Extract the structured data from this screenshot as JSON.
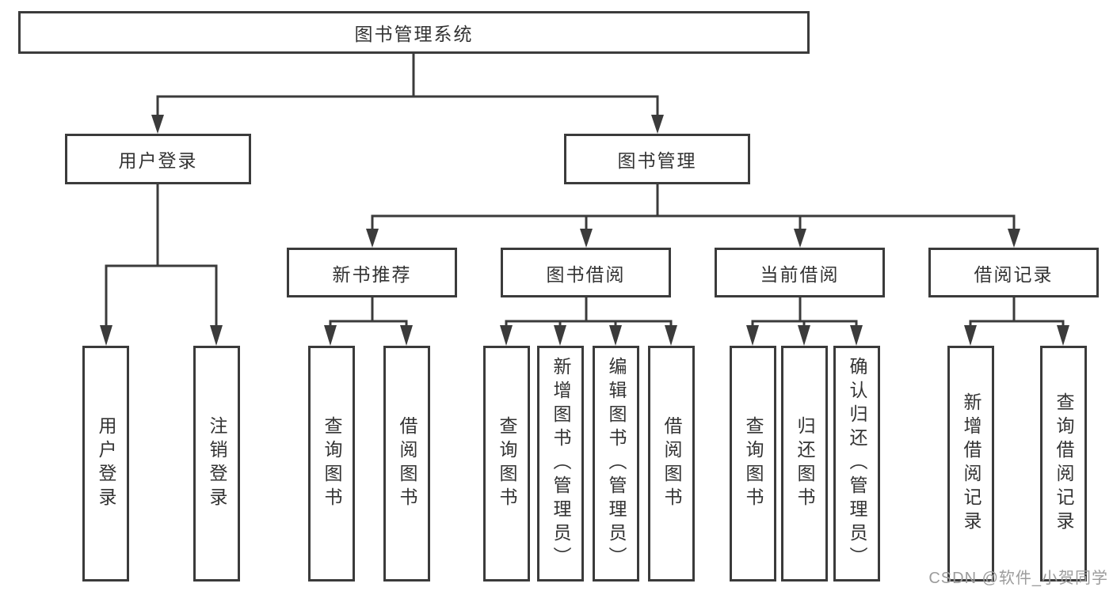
{
  "colors": {
    "line": "#3b3b3b",
    "box_border": "#3b3b3b",
    "text": "#333333",
    "background": "#ffffff",
    "watermark_text": "#9c9c9c"
  },
  "tree": {
    "root": {
      "label": "图书管理系统"
    },
    "branches": [
      {
        "label": "用户登录",
        "children": [
          "用户登录",
          "注销登录"
        ]
      },
      {
        "label": "图书管理",
        "sections": [
          {
            "label": "新书推荐",
            "children": [
              "查询图书",
              "借阅图书"
            ]
          },
          {
            "label": "图书借阅",
            "children": [
              "查询图书",
              "新增图书（管理员）",
              "编辑图书（管理员）",
              "借阅图书"
            ]
          },
          {
            "label": "当前借阅",
            "children": [
              "查询图书",
              "归还图书",
              "确认归还（管理员）"
            ]
          },
          {
            "label": "借阅记录",
            "children": [
              "新增借阅记录",
              "查询借阅记录"
            ]
          }
        ]
      }
    ]
  },
  "watermark": {
    "text": "CSDN @软件_小贺同学"
  }
}
